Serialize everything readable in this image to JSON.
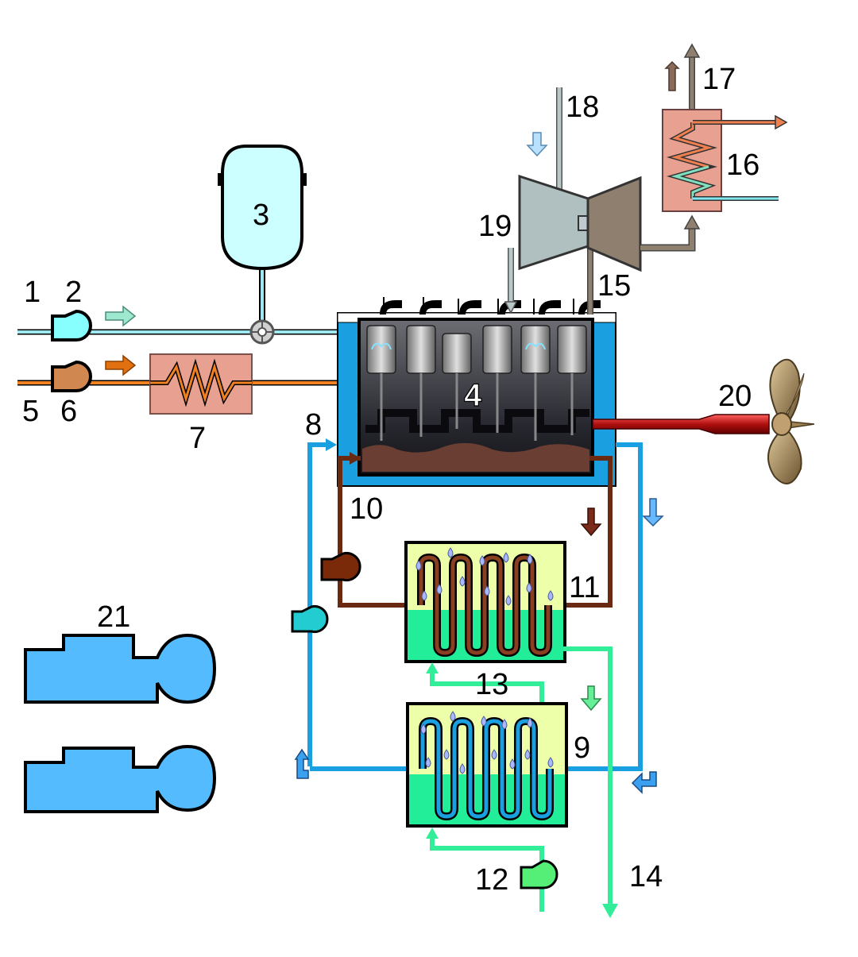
{
  "colors": {
    "seawater": "#1aa0e0",
    "freshwater_green": "#33ee99",
    "lube_oil": "#6a2a12",
    "fuel": "#f08020",
    "air": "#9fe8f0",
    "exhaust": "#8a7a6a",
    "turbine": "#8e7f6f",
    "compressor": "#b0c0c0",
    "heat_exchanger": "#e8a090",
    "cooler_tank": "#eeffaa",
    "cooler_liquid": "#22ee99",
    "shaft": "#cc1818",
    "propeller": "#9a7f4a",
    "pump_blue": "#55bbff"
  },
  "labels": {
    "n1": "1",
    "n2": "2",
    "n3": "3",
    "n4": "4",
    "n5": "5",
    "n6": "6",
    "n7": "7",
    "n8": "8",
    "n9": "9",
    "n10": "10",
    "n11": "11",
    "n12": "12",
    "n13": "13",
    "n14": "14",
    "n15": "15",
    "n16": "16",
    "n17": "17",
    "n18": "18",
    "n19": "19",
    "n20": "20",
    "n21": "21"
  },
  "icons": {
    "pump": "pump-icon",
    "arrow": "flow-arrow-icon",
    "propeller": "propeller-icon",
    "valve": "valve-icon"
  }
}
